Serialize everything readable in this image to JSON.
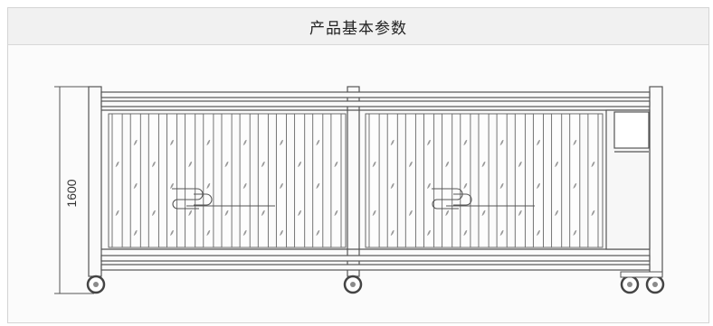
{
  "header": {
    "title": "产品基本参数"
  },
  "diagram": {
    "height_dimension": "1600",
    "leaves": 2,
    "wheels": 4,
    "colors": {
      "line": "#4a4a4a",
      "wheel_hub": "#8b8b8b",
      "leaf": "#cfcfcf"
    }
  }
}
